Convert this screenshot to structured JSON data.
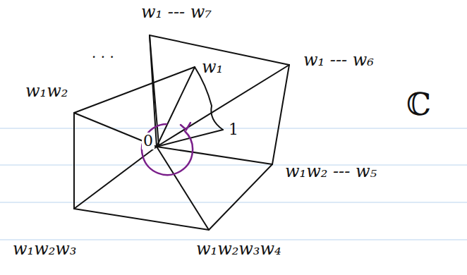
{
  "diagram": {
    "labels": [
      "w₁ --- w₇",
      "w₁ --- w₆",
      "w₁",
      "1",
      "0",
      "w₁w₂",
      "· · ·",
      "w₁w₂w₃",
      "w₁w₂w₃w₄",
      "w₁w₂ --- w₅",
      "ℂ"
    ]
  }
}
